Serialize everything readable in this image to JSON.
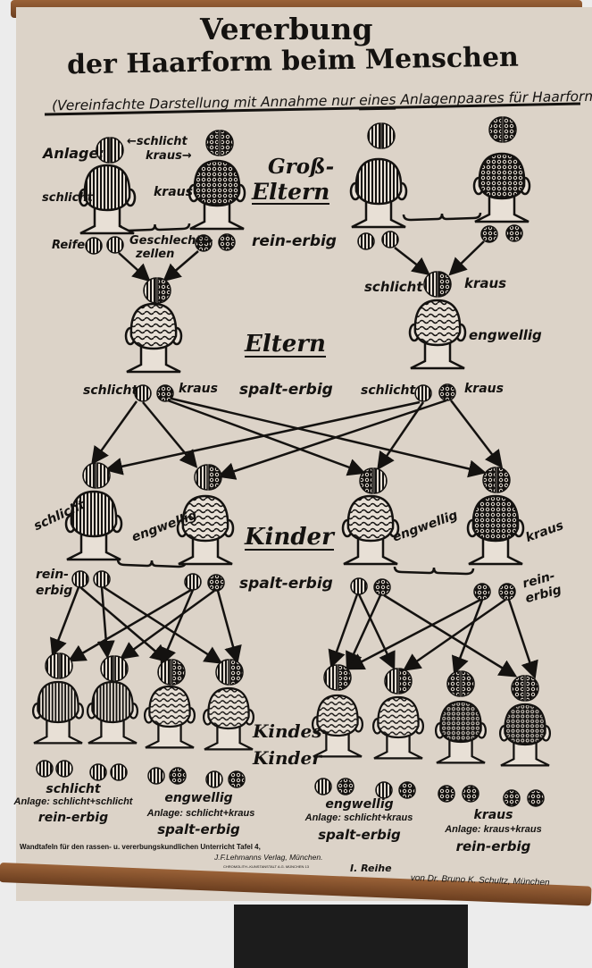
{
  "title": {
    "line1": "Vererbung",
    "line2": "der Haarform beim Menschen",
    "subtitle_pre": "(Vereinfachte Darstellung mit Annahme nur ",
    "subtitle_em": "eines",
    "subtitle_post": " Anlagenpaares für Haarform)"
  },
  "legend": {
    "anlage": "Anlage:",
    "schlicht_arrow": "←schlicht",
    "kraus_arrow": "kraus→",
    "schlicht": "schlicht",
    "kraus": "kraus",
    "reife": "Reife",
    "geschlechtszellen": "Geschlechts-",
    "zellen": "zellen"
  },
  "generations": {
    "grosseltern_1": "Groß-",
    "grosseltern_2": "Eltern",
    "grosseltern_type": "rein-erbig",
    "eltern": "Eltern",
    "eltern_type": "spalt-erbig",
    "kinder": "Kinder",
    "kinder_type": "spalt-erbig",
    "kindeskinder_1": "Kindes-",
    "kindeskinder_2": "Kinder"
  },
  "labels": {
    "schlicht": "schlicht",
    "kraus": "kraus",
    "engwellig": "engwellig",
    "rein": "rein-",
    "erbig": "erbig"
  },
  "summaries": [
    {
      "hair": "schlicht",
      "anlage": "Anlage: schlicht+schlicht",
      "type": "rein-erbig"
    },
    {
      "hair": "engwellig",
      "anlage": "Anlage: schlicht+kraus",
      "type": "spalt-erbig"
    },
    {
      "hair": "engwellig",
      "anlage": "Anlage: schlicht+kraus",
      "type": "spalt-erbig"
    },
    {
      "hair": "kraus",
      "anlage": "Anlage: kraus+kraus",
      "type": "rein-erbig"
    }
  ],
  "footer": {
    "series": "Wandtafeln für den rassen- u. vererbungskundlichen Unterricht Tafel 4,",
    "publisher": "J.F.Lehmanns Verlag, München.",
    "printer": "CHROMOLITH.-KUNSTANSTALT A.G. MÜNCHEN 13",
    "reihe": "I. Reihe",
    "author": "von Dr. Bruno K. Schultz, München"
  }
}
